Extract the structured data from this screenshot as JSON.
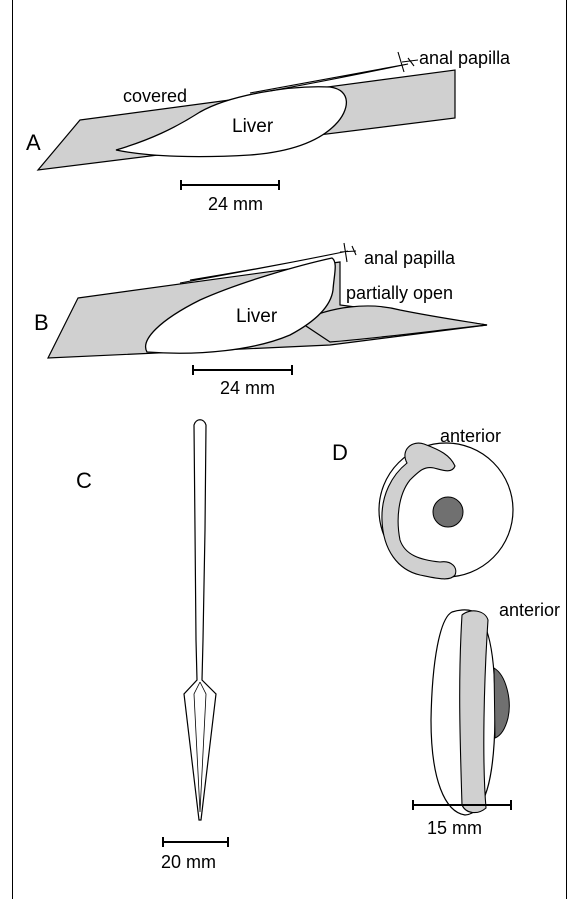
{
  "colors": {
    "tissue_fill": "#d0d0d0",
    "dark_spot_fill": "#707070",
    "line": "#000000",
    "background": "#ffffff"
  },
  "panels": {
    "A": {
      "letter": "A",
      "state_label": "covered",
      "papilla_label": "anal papilla",
      "organ_label": "Liver",
      "scale_label": "24 mm"
    },
    "B": {
      "letter": "B",
      "state_label": "partially open",
      "papilla_label": "anal papilla",
      "organ_label": "Liver",
      "scale_label": "24 mm"
    },
    "C": {
      "letter": "C",
      "scale_label": "20 mm"
    },
    "D": {
      "letter": "D",
      "top_view_label": "anterior",
      "side_view_label": "anterior",
      "scale_label": "15 mm"
    }
  }
}
